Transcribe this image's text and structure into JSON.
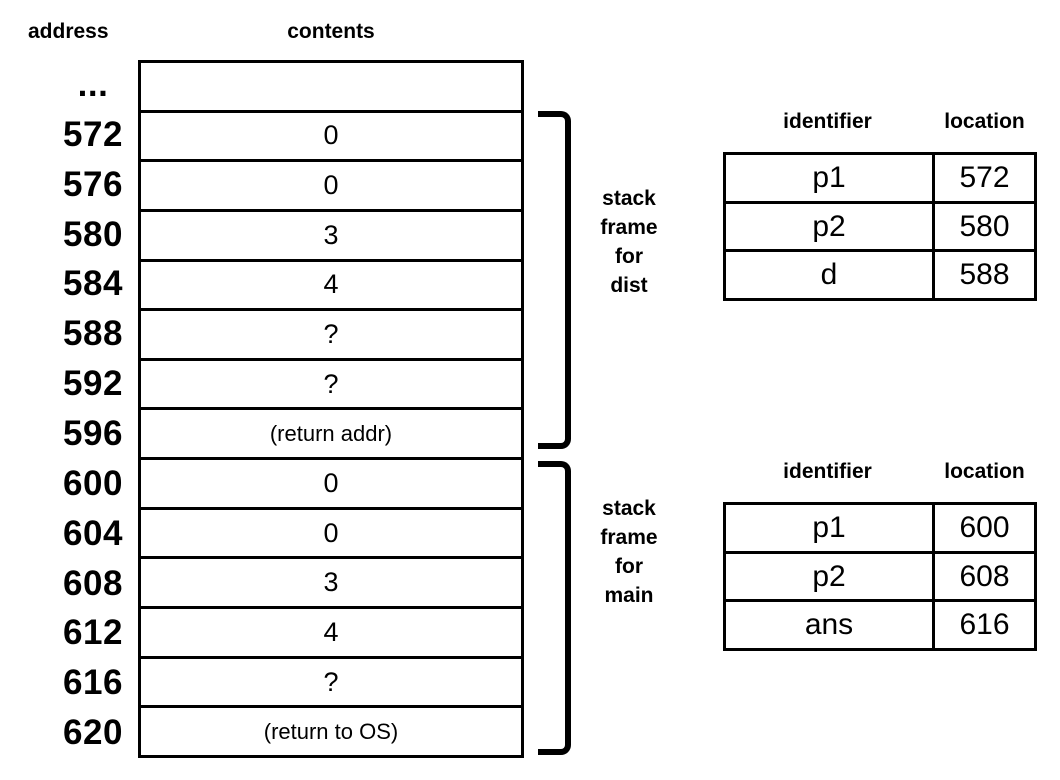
{
  "diagram": {
    "address_header": "address",
    "contents_header": "contents",
    "memory_rows": [
      {
        "address": "...",
        "content": ""
      },
      {
        "address": "572",
        "content": "0"
      },
      {
        "address": "576",
        "content": "0"
      },
      {
        "address": "580",
        "content": "3"
      },
      {
        "address": "584",
        "content": "4"
      },
      {
        "address": "588",
        "content": "?"
      },
      {
        "address": "592",
        "content": "?"
      },
      {
        "address": "596",
        "content": "(return addr)"
      },
      {
        "address": "600",
        "content": "0"
      },
      {
        "address": "604",
        "content": "0"
      },
      {
        "address": "608",
        "content": "3"
      },
      {
        "address": "612",
        "content": "4"
      },
      {
        "address": "616",
        "content": "?"
      },
      {
        "address": "620",
        "content": "(return to OS)"
      }
    ],
    "frame_labels": [
      {
        "label": "stack\nframe\nfor\ndist"
      },
      {
        "label": "stack\nframe\nfor\nmain"
      }
    ],
    "colors": {
      "ink": "#000000",
      "background": "#ffffff"
    }
  },
  "symbol_tables": [
    {
      "identifier_header": "identifier",
      "location_header": "location",
      "rows": [
        {
          "identifier": "p1",
          "location": "572"
        },
        {
          "identifier": "p2",
          "location": "580"
        },
        {
          "identifier": "d",
          "location": "588"
        }
      ]
    },
    {
      "identifier_header": "identifier",
      "location_header": "location",
      "rows": [
        {
          "identifier": "p1",
          "location": "600"
        },
        {
          "identifier": "p2",
          "location": "608"
        },
        {
          "identifier": "ans",
          "location": "616"
        }
      ]
    }
  ]
}
